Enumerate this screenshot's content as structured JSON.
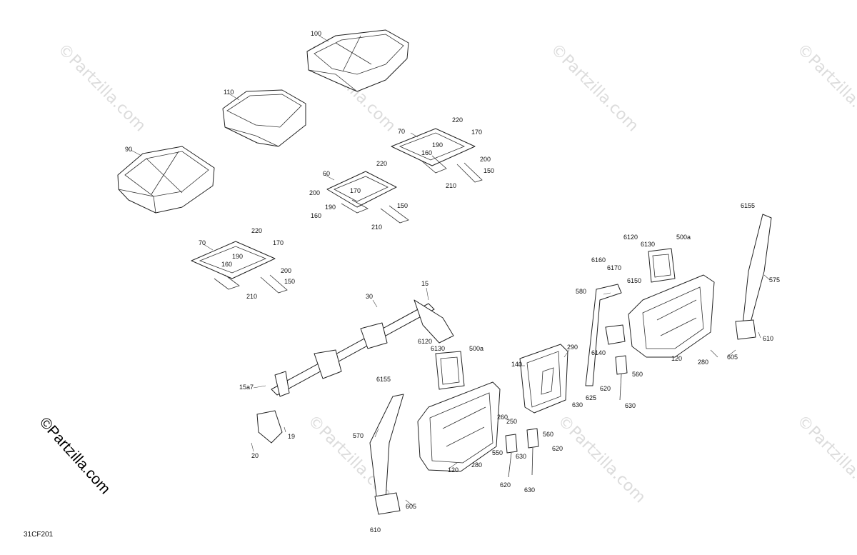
{
  "figure_code": "31CF201",
  "brand_watermark": "©Partzilla.com",
  "callouts": [
    "100",
    "110",
    "90",
    "70",
    "220",
    "170",
    "190",
    "160",
    "200",
    "150",
    "210",
    "60",
    "220",
    "170",
    "200",
    "190",
    "160",
    "150",
    "210",
    "70",
    "220",
    "170",
    "190",
    "160",
    "200",
    "150",
    "210",
    "15",
    "30",
    "15a7",
    "19",
    "20",
    "6120",
    "6130",
    "500a",
    "6155",
    "570",
    "605",
    "610",
    "120",
    "260",
    "250",
    "280",
    "140",
    "290",
    "550",
    "630",
    "620",
    "560",
    "620",
    "630",
    "625",
    "630",
    "620",
    "560",
    "630",
    "6120",
    "6130",
    "500a",
    "6160",
    "6170",
    "6150",
    "580",
    "6140",
    "120",
    "280",
    "6155",
    "575",
    "610",
    "605"
  ]
}
